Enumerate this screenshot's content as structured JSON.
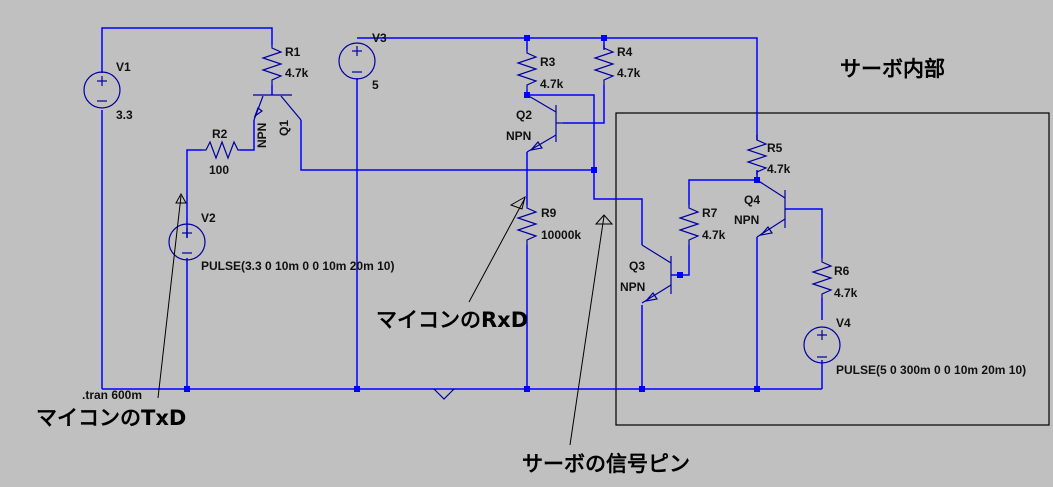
{
  "title_label": "サーボ内部",
  "directive": ".tran 600m",
  "annotations": {
    "txd": "マイコンのTxD",
    "rxd": "マイコンのRxD",
    "servo_pin": "サーボの信号ピン"
  },
  "components": {
    "V1": {
      "name": "V1",
      "value": "3.3"
    },
    "V2": {
      "name": "V2",
      "value": "PULSE(3.3 0 10m 0 0 10m 20m 10)"
    },
    "V3": {
      "name": "V3",
      "value": "5"
    },
    "V4": {
      "name": "V4",
      "value": "PULSE(5 0 300m 0 0 10m 20m 10)"
    },
    "R1": {
      "name": "R1",
      "value": "4.7k"
    },
    "R2": {
      "name": "R2",
      "value": "100"
    },
    "R3": {
      "name": "R3",
      "value": "4.7k"
    },
    "R4": {
      "name": "R4",
      "value": "4.7k"
    },
    "R5": {
      "name": "R5",
      "value": "4.7k"
    },
    "R6": {
      "name": "R6",
      "value": "4.7k"
    },
    "R7": {
      "name": "R7",
      "value": "4.7k"
    },
    "R9": {
      "name": "R9",
      "value": "10000k"
    },
    "Q1": {
      "name": "Q1",
      "type": "NPN"
    },
    "Q2": {
      "name": "Q2",
      "type": "NPN"
    },
    "Q3": {
      "name": "Q3",
      "type": "NPN"
    },
    "Q4": {
      "name": "Q4",
      "type": "NPN"
    }
  },
  "colors": {
    "background": "#c0c0c0",
    "wire": "#0000ff",
    "component": "#0000a0",
    "text": "#000000"
  }
}
